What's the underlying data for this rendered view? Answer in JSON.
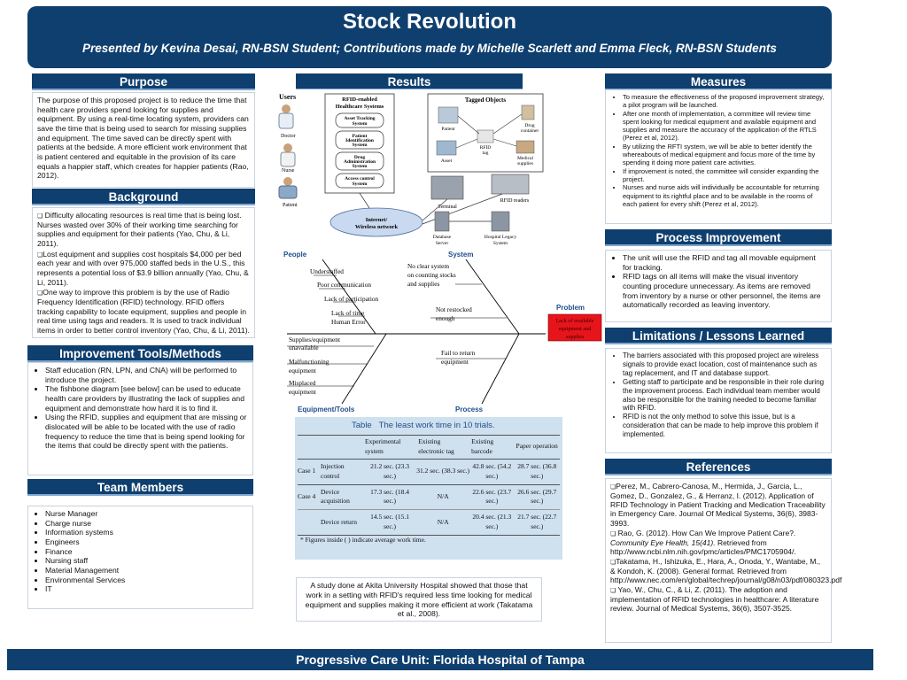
{
  "header": {
    "title": "Stock Revolution",
    "subtitle": "Presented by Kevina Desai, RN-BSN Student; Contributions made by Michelle Scarlett and Emma Fleck, RN-BSN Students"
  },
  "purpose": {
    "heading": "Purpose",
    "text": "The purpose of this proposed project is to reduce the time that health care providers spend looking for supplies and equipment. By using a real-time locating system, providers can save the time that is being used to search for missing supplies and equipment. The time saved can be directly spent with patients at the bedside. A more efficient work environment that is patient centered and equitable in the provision of its care equals a happier staff, which creates for happier patients (Rao, 2012)."
  },
  "background": {
    "heading": "Background",
    "items": [
      "Difficulty allocating resources is real time that is being lost. Nurses wasted over 30% of their working time searching for supplies and equipment for their patients  (Yao, Chu, & Li, 2011).",
      "Lost equipment and supplies cost hospitals $4,000 per bed each year and with over 975,000 staffed beds in the U.S., this represents a potential loss of $3.9 billion annually (Yao, Chu, & Li, 2011).",
      "One way to improve this problem is by the use of Radio Frequency Identification (RFID) technology. RFID offers tracking capability to locate equipment, supplies and people in real time using tags and readers.  It is used to track individual items in order to better control inventory (Yao, Chu, & Li, 2011)."
    ]
  },
  "improvement": {
    "heading": "Improvement Tools/Methods",
    "items": [
      "Staff education (RN, LPN, and CNA) will be performed to introduce the project.",
      "The fishbone diagram [see below] can be used to educate health care providers by illustrating the lack of supplies and equipment and demonstrate how hard it is to find it.",
      "Using the RFID, supplies and equipment that are missing or dislocated will be able to be located with the use of radio frequency to reduce the time that is being spend looking for the items that could be directly spent with the patients."
    ]
  },
  "team": {
    "heading": "Team Members",
    "items": [
      "Nurse Manager",
      "Charge nurse",
      "Information systems",
      "Engineers",
      "Finance",
      "Nursing staff",
      "Material Management",
      "Environmental Services",
      "IT"
    ]
  },
  "results": {
    "heading": "Results",
    "rfid_diagram": {
      "users_label": "Users",
      "system_title": "RFID-enabled Healthcare Systems",
      "systems": [
        "Asset Tracking System",
        "Patient Identification System",
        "Drug Administration System",
        "Access control System"
      ],
      "users": [
        "Doctor",
        "Nurse",
        "Patient"
      ],
      "tagged_title": "Tagged Objects",
      "tagged": [
        "Patient",
        "Drug container",
        "Asset",
        "Medical supplies"
      ],
      "rfid_tag": "RFID tag",
      "terminal": "Terminal",
      "readers": "RFID readers",
      "network": "Internet/ Wireless network",
      "db": "Database Server",
      "legacy": "Hospital Legacy System"
    },
    "fishbone": {
      "people": "People",
      "system": "System",
      "equipment": "Equipment/Tools",
      "process": "Process",
      "problem_label": "Problem",
      "problem_text": "Lack of available equipment and supplies",
      "causes_people": [
        "Understaffed",
        "Poor communication",
        "Lack of participation",
        "Lack of time Human Error"
      ],
      "causes_system": [
        "No clear system on counting stocks and supplies",
        "Not restocked enough"
      ],
      "causes_equipment": [
        "Supplies/equipment unavailable",
        "Malfunctioning equipment",
        "Misplaced equipment"
      ],
      "causes_process": [
        "Fail to return equipment"
      ]
    },
    "table": {
      "label": "Table",
      "caption": "The least work time in 10 trials.",
      "columns": [
        "",
        "",
        "Experimental system",
        "Existing electronic tag",
        "Existing barcode",
        "Paper operation"
      ],
      "rows": [
        [
          "Case 1",
          "Injection control",
          "21.2 sec. (23.3 sec.)",
          "31.2 sec. (38.3 sec.)",
          "42.8 sec. (54.2 sec.)",
          "28.7 sec. (36.8 sec.)"
        ],
        [
          "Case 4",
          "Device acquisition",
          "17.3 sec. (18.4 sec.)",
          "N/A",
          "22.6 sec. (23.7 sec.)",
          "26.6 sec. (29.7 sec.)"
        ],
        [
          "",
          "Device return",
          "14.5 sec. (15.1 sec.)",
          "N/A",
          "20.4 sec. (21.3 sec.)",
          "21.7 sec. (22.7 sec.)"
        ]
      ],
      "footnote": "* Figures inside ( ) indicate average work time."
    },
    "study_note": "A study done at Akita University Hospital showed that those that work in a setting with RFID's required less time looking for medical equipment and supplies making it more efficient  at work (Takatama et al., 2008)."
  },
  "measures": {
    "heading": "Measures",
    "items": [
      "To measure the effectiveness of the proposed improvement strategy, a pilot program will be launched.",
      "After one month of implementation, a committee will review time spent looking for medical equipment and available equipment and supplies and measure the accuracy of the application of the RTLS (Perez et al, 2012).",
      "By utilizing the RFTI system, we will be able to better identify the whereabouts of medical equipment and focus more of the time by spending it doing more patient care activities.",
      "If improvement is noted, the committee will consider expanding the project.",
      "Nurses and nurse aids will individually be accountable for returning equipment to its rightful place and to be available in the rooms of each patient  for every shift (Perez et al, 2012)."
    ]
  },
  "process": {
    "heading": "Process Improvement",
    "items": [
      "The unit will use the RFID and tag all movable equipment for tracking.",
      "RFID tags on all items will make the visual  inventory counting procedure unnecessary. As items are removed from inventory by a nurse or other personnel, the items are automatically recorded as leaving inventory."
    ]
  },
  "limitations": {
    "heading": "Limitations / Lessons Learned",
    "items": [
      "The barriers associated with this proposed project are wireless signals to provide exact location, cost of maintenance such as tag replacement, and IT and database support.",
      "Getting staff to participate and be responsible in their role during the improvement process. Each individual team member would also be responsible for the training needed to become familiar with RFID.",
      "RFID is not the only method to solve this issue, but is a consideration that can be made to help improve this problem if implemented."
    ]
  },
  "references": {
    "heading": "References",
    "r1": "Perez, M., Cabrero-Canosa, M., Hermida, J., Garcia, L., Gomez, D., Gonzalez, G., & Herranz, I. (2012). Application of RFID Technology in Patient Tracking and Medication Traceability in Emergency Care. Journal Of Medical Systems, 36(6), 3983-3993.",
    "r2a": "Rao, G. (2012). How Can We Improve Patient Care?. ",
    "r2b": "Community Eye Health, 15(41).",
    "r2c": " Retrieved from http://www.ncbi.nlm.nih.gov/pmc/articles/PMC1705904/.",
    "r3": "Takatama, H., Ishizuka, E., Hara, A., Onoda, Y., Wantabe, M., & Kondoh, K. (2008). General format. Retrieved from http://www.nec.com/en/global/techrep/journal/g08/n03/pdf/080323.pdf",
    "r4": "Yao, W., Chu, C., & Li, Z. (2011). The adoption and implementation of RFID technologies in healthcare: A literature review. Journal of Medical Systems, 36(6), 3507-3525."
  },
  "footer": {
    "text": "Progressive Care Unit: Florida Hospital of Tampa"
  },
  "colors": {
    "header_bg": "#0f3f6e",
    "problem_box": "#e8141b",
    "table_bg": "#cfe0ef"
  }
}
